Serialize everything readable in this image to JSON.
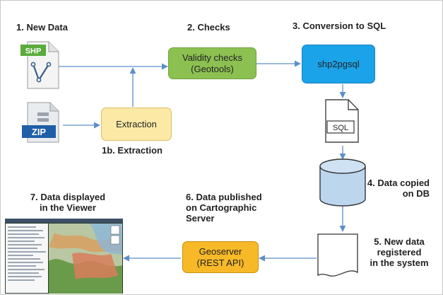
{
  "steps": {
    "s1": "1. New Data",
    "s1b": "1b. Extraction",
    "s2": "2. Checks",
    "s3": "3. Conversion to SQL",
    "s4_l1": "4. Data copied",
    "s4_l2": "on DB",
    "s5_l1": "5. New data",
    "s5_l2": "registered",
    "s5_l3": "in the system",
    "s6_l1": "6. Data published",
    "s6_l2": "on Cartographic",
    "s6_l3": "Server",
    "s7_l1": "7. Data displayed",
    "s7_l2": "in the Viewer"
  },
  "boxes": {
    "validity_l1": "Validity checks",
    "validity_l2": "(Geotools)",
    "extraction": "Extraction",
    "shp2pgsql": "shp2pgsql",
    "geoserver_l1": "Geoserver",
    "geoserver_l2": "(REST API)"
  },
  "icons": {
    "shp_tag": "SHP",
    "zip_tag": "ZIP",
    "sql_tag": "SQL"
  },
  "colors": {
    "green_box": "#8cc152",
    "yellow_box": "#fde9a6",
    "blue_box": "#1aa3e8",
    "orange_box": "#f7b928",
    "arrow": "#5b8fc8",
    "shp_tag": "#5aab3c",
    "zip_tag": "#1f5fa8"
  }
}
